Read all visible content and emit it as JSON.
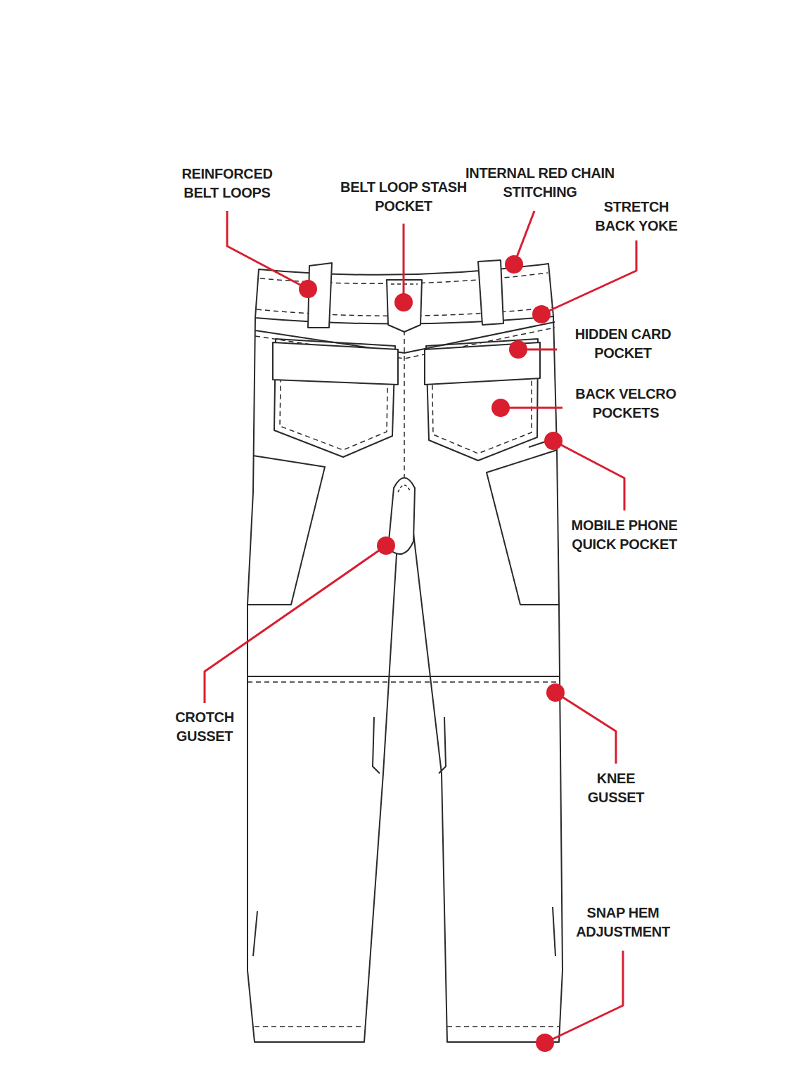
{
  "diagram": {
    "labels": [
      "REINFORCED BELT LOOPS",
      "BELT LOOP STASH POCKET",
      "INTERNAL RED CHAIN STITCHING",
      "STRETCH BACK YOKE",
      "HIDDEN CARD POCKET",
      "BACK VELCRO POCKETS",
      "MOBILE PHONE QUICK POCKET",
      "CROTCH GUSSET",
      "KNEE GUSSET",
      "SNAP HEM ADJUSTMENT"
    ]
  }
}
